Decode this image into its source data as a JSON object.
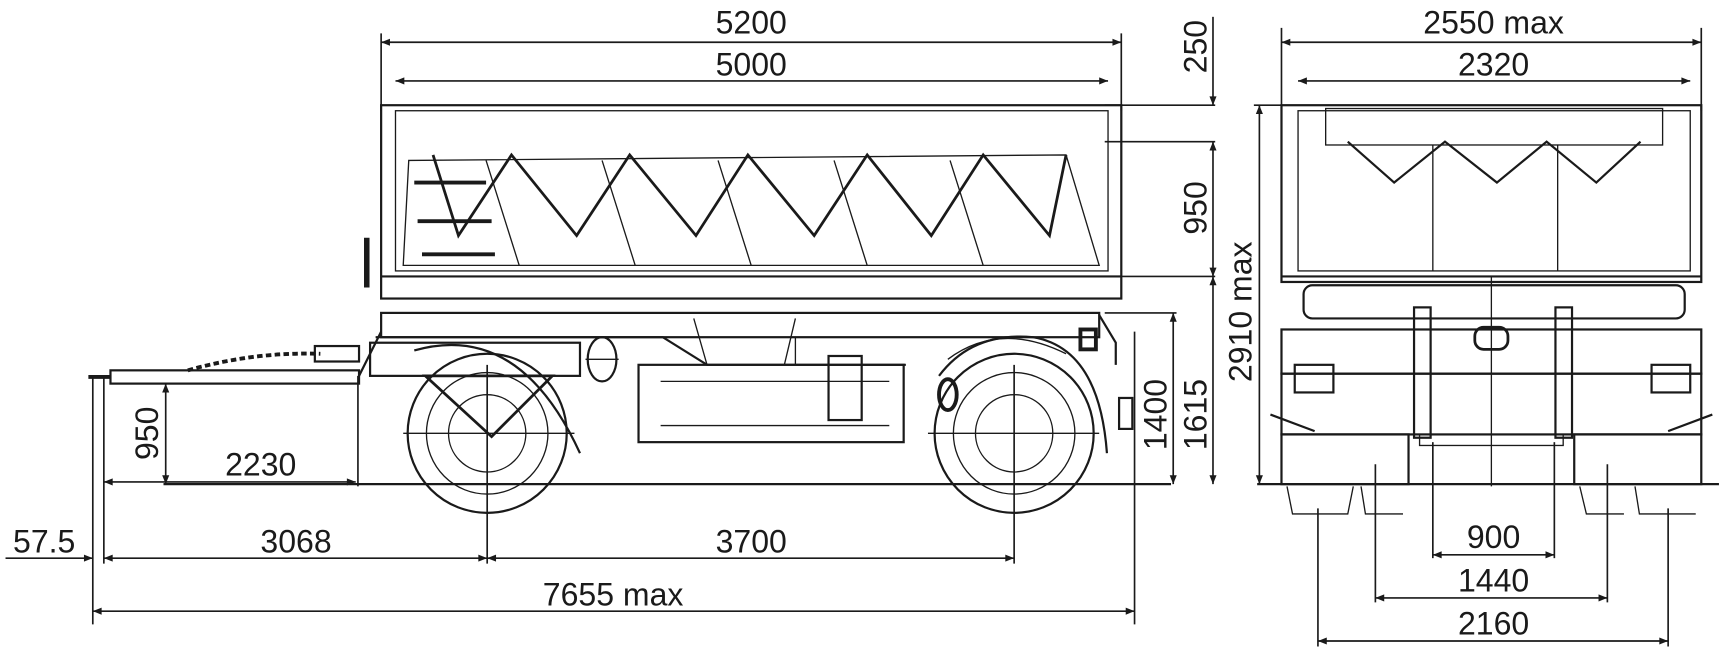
{
  "side_view": {
    "dimensions": {
      "body_outer_length": "5200",
      "body_inner_length": "5000",
      "side_height_extra": "250",
      "side_height": "950",
      "overall_height": "2910 max",
      "frame_height": "1400",
      "loading_height": "1615",
      "drawbar_height": "950",
      "drawbar_length": "2230",
      "drawbar_offset": "57.5",
      "eye_to_axle": "3068",
      "wheelbase": "3700",
      "overall_length": "7655 max"
    }
  },
  "rear_view": {
    "dimensions": {
      "overall_width": "2550 max",
      "body_inner_width": "2320",
      "inner_track": "900",
      "track": "1440",
      "outer_track": "2160"
    }
  }
}
